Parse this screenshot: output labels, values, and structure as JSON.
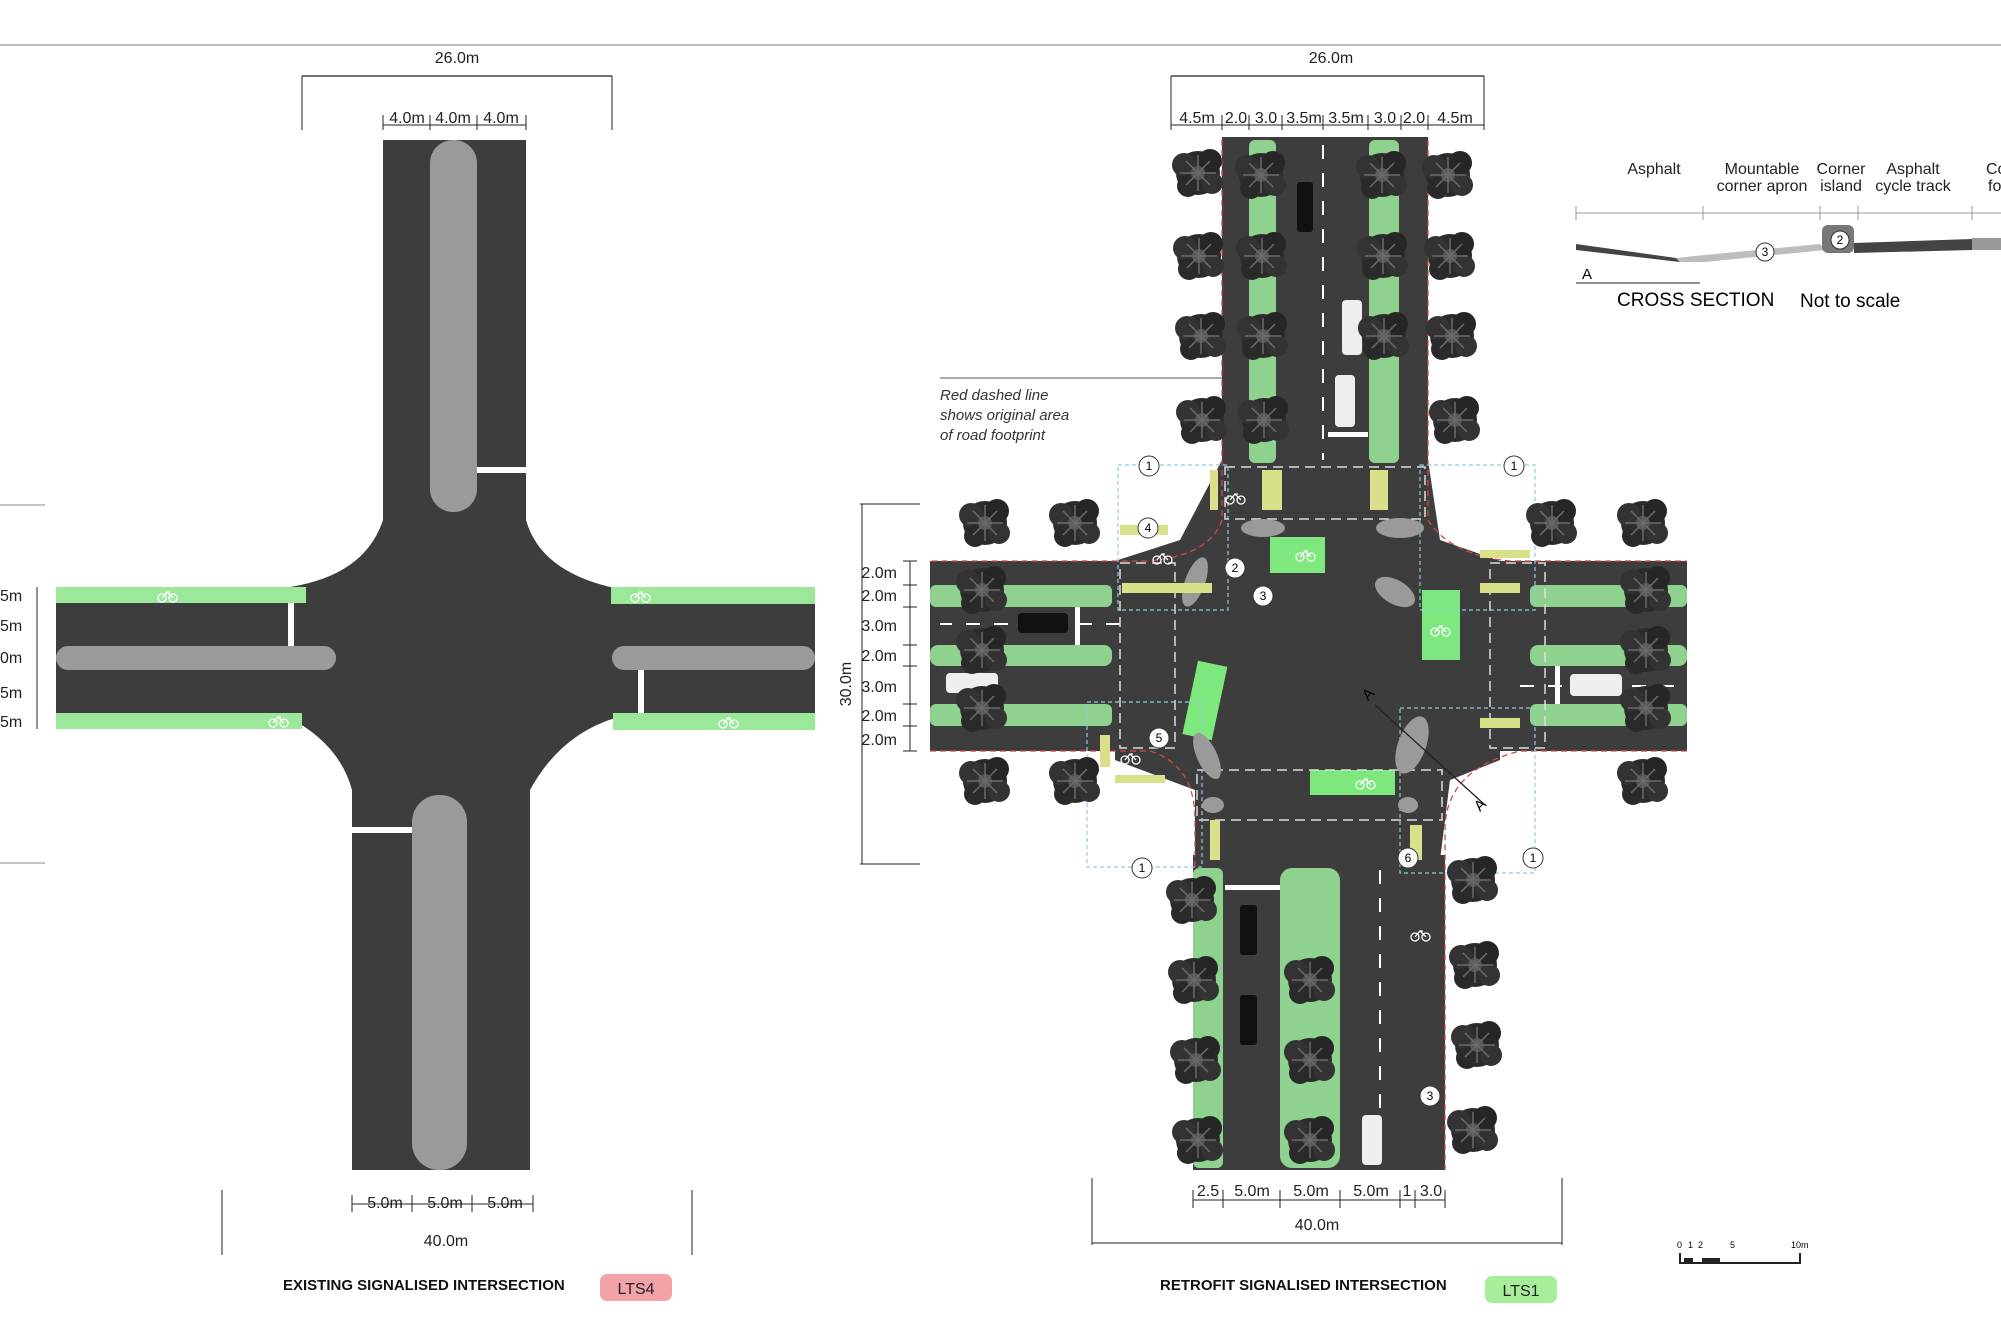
{
  "left": {
    "title": "EXISTING SIGNALISED INTERSECTION",
    "lts": "LTS4",
    "top_total": "26.0m",
    "top_lanes": [
      "4.0m",
      "4.0m",
      "4.0m"
    ],
    "left_partial": [
      "5m",
      "5m",
      "0m",
      "5m",
      "5m"
    ],
    "bottom_lanes": [
      "5.0m",
      "5.0m",
      "5.0m"
    ],
    "bottom_total": "40.0m"
  },
  "right": {
    "title": "RETROFIT SIGNALISED INTERSECTION",
    "lts": "LTS1",
    "top_total": "26.0m",
    "top_lanes": [
      "4.5m",
      "2.0",
      "3.0",
      "3.5m",
      "3.5m",
      "3.0",
      "2.0",
      "4.5m"
    ],
    "left_dims": [
      "2.0m",
      "2.0m",
      "3.0m",
      "2.0m",
      "3.0m",
      "2.0m",
      "2.0m"
    ],
    "left_total": "30.0m",
    "bottom_lanes": [
      "2.5",
      "5.0m",
      "5.0m",
      "5.0m",
      "1",
      "3.0"
    ],
    "bottom_total": "40.0m",
    "annotation": [
      "Red dashed line",
      "shows original area",
      "of road footprint"
    ],
    "markers": [
      "1",
      "1",
      "1",
      "1",
      "2",
      "3",
      "3",
      "4",
      "5",
      "6",
      "A",
      "A"
    ]
  },
  "cross_section": {
    "labels": [
      "Asphalt",
      "Mountable",
      "corner apron",
      "Corner",
      "island",
      "Asphalt",
      "cycle track",
      "Co",
      "fo"
    ],
    "marker_3": "3",
    "marker_2": "2",
    "marker_a": "A",
    "title": "CROSS SECTION",
    "note": "Not to scale"
  },
  "scale_bar": [
    "0",
    "1",
    "2",
    "5",
    "10m"
  ],
  "colors": {
    "road": "#3d3d3d",
    "median": "#9a9a9a",
    "cycle": "#9be89b",
    "cycle_dark": "#8fd18f",
    "tree": "#2a2a2a",
    "lts4_badge": "#f3a3a8",
    "lts1_badge": "#a6ee9a"
  }
}
